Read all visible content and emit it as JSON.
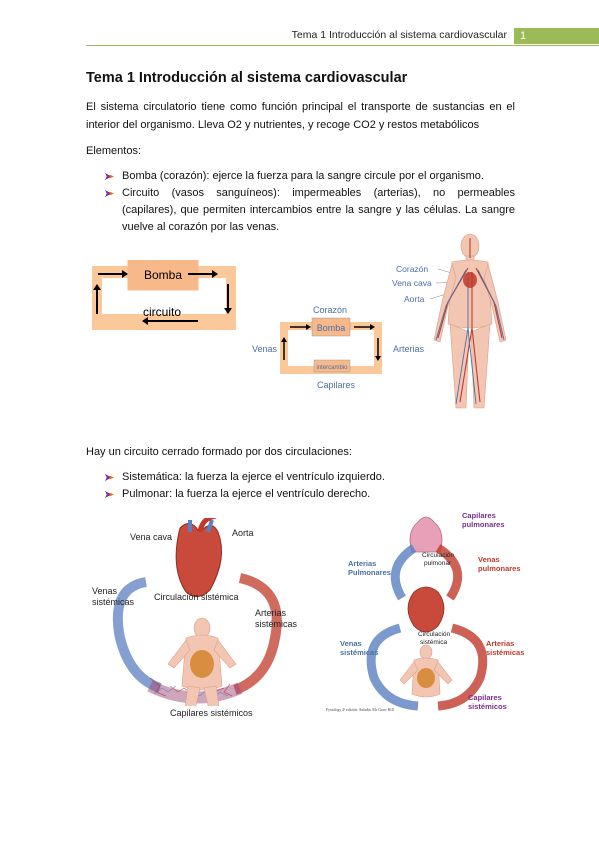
{
  "header": {
    "title": "Tema 1 Introducción al sistema cardiovascular",
    "page_number": "1"
  },
  "heading": "Tema 1 Introducción al sistema cardiovascular",
  "intro": "El sistema circulatorio tiene como función principal el transporte de sustancias en el interior del organismo. Lleva O2 y nutrientes, y recoge CO2 y restos metabólicos",
  "elements_label": "Elementos:",
  "elements": [
    "Bomba (corazón): ejerce la fuerza para la sangre circule por el organismo.",
    "Circuito (vasos sanguíneos): impermeables (arterias), no permeables (capilares), que permiten intercambios entre la sangre y las células. La sangre vuelve al corazón por las venas."
  ],
  "diagram1": {
    "bomba": "Bomba",
    "circuito": "circuito"
  },
  "diagram2": {
    "corazon": "Corazón",
    "bomba": "Bomba",
    "venas": "Venas",
    "arterias": "Arterias",
    "intercambio": "intercambio",
    "capilares": "Capilares"
  },
  "body_labels": {
    "corazon": "Corazón",
    "vena_cava": "Vena cava",
    "aorta": "Aorta"
  },
  "circuit_intro": "Hay un circuito cerrado formado por dos circulaciones:",
  "circulations": [
    "Sistemática: la fuerza la ejerce el ventrículo izquierdo.",
    "Pulmonar: la fuerza la ejerce el ventrículo derecho."
  ],
  "fig_left": {
    "vena_cava": "Vena cava",
    "aorta": "Aorta",
    "venas_line1": "Venas",
    "venas_line2": "sistémicas",
    "circ": "Circulación sistémica",
    "arterias_line1": "Arterias",
    "arterias_line2": "sistémicas",
    "capilares": "Capilares sistémicos"
  },
  "fig_right": {
    "cap_pulm_1": "Capilares",
    "cap_pulm_2": "pulmonares",
    "art_pulm_1": "Arterias",
    "art_pulm_2": "Pulmonares",
    "circ_pulm_1": "Circulación",
    "circ_pulm_2": "pulmonar",
    "ven_pulm_1": "Venas",
    "ven_pulm_2": "pulmonares",
    "circ_sist_1": "Circulación",
    "circ_sist_2": "sistémica",
    "ven_sist_1": "Venas",
    "ven_sist_2": "sistémicas",
    "art_sist_1": "Arterias",
    "art_sist_2": "sistémicas",
    "cap_sist_1": "Capilares",
    "cap_sist_2": "sistémicos",
    "credit": "Fysiology 4ª edición. Saladin. Mc Graw Hill."
  },
  "colors": {
    "accent": "#9bbb59",
    "peach": "#fbc89a",
    "bomba": "#f7b98a",
    "red": "#c0392b",
    "blue": "#5b7fc0",
    "purple": "#7b2d8e"
  },
  "icons": {
    "bullet": "arrow-bullet-icon"
  }
}
